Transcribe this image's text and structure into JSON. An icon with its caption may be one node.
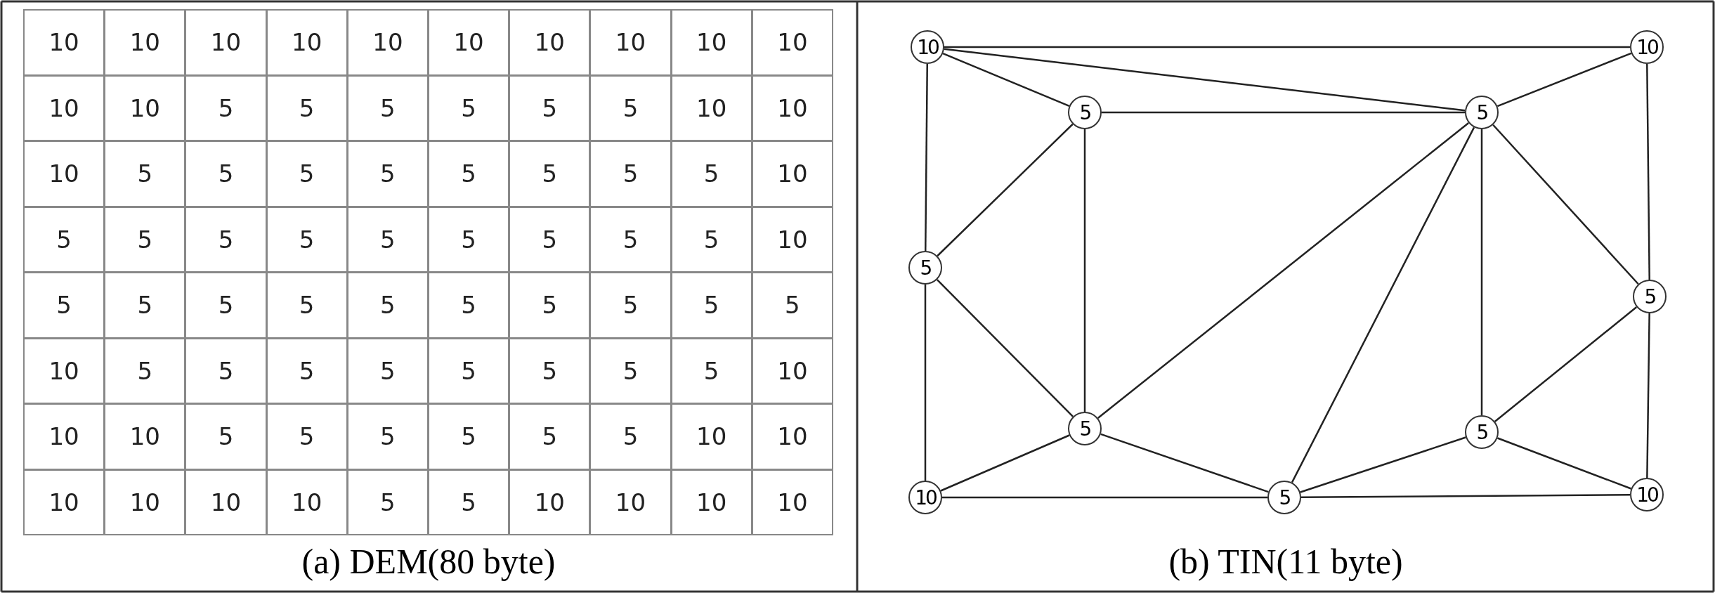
{
  "diagram": {
    "nodes": [
      {
        "text": [
          "10"
        ]
      },
      {
        "text": [
          "10"
        ]
      },
      {
        "text": [
          "5"
        ]
      },
      {
        "text": [
          "5"
        ]
      },
      {
        "text": [
          "5"
        ]
      },
      {
        "text": [
          "5"
        ]
      },
      {
        "text": [
          "5"
        ]
      },
      {
        "text": [
          "5"
        ]
      },
      {
        "text": [
          "10"
        ]
      },
      {
        "text": [
          "5"
        ]
      },
      {
        "text": [
          "10"
        ]
      }
    ],
    "edges": [
      {
        "from": 0,
        "to": 1,
        "arrow": "none"
      },
      {
        "from": 0,
        "to": 3,
        "arrow": "none"
      },
      {
        "from": 0,
        "to": 2,
        "arrow": "none"
      },
      {
        "from": 0,
        "to": 4,
        "arrow": "none"
      },
      {
        "from": 1,
        "to": 3,
        "arrow": "none"
      },
      {
        "from": 1,
        "to": 5,
        "arrow": "none"
      },
      {
        "from": 2,
        "to": 3,
        "arrow": "none"
      },
      {
        "from": 2,
        "to": 4,
        "arrow": "none"
      },
      {
        "from": 2,
        "to": 6,
        "arrow": "none"
      },
      {
        "from": 3,
        "to": 6,
        "arrow": "none"
      },
      {
        "from": 3,
        "to": 9,
        "arrow": "none"
      },
      {
        "from": 3,
        "to": 7,
        "arrow": "none"
      },
      {
        "from": 3,
        "to": 5,
        "arrow": "none"
      },
      {
        "from": 4,
        "to": 6,
        "arrow": "none"
      },
      {
        "from": 4,
        "to": 8,
        "arrow": "none"
      },
      {
        "from": 5,
        "to": 7,
        "arrow": "none"
      },
      {
        "from": 5,
        "to": 10,
        "arrow": "none"
      },
      {
        "from": 6,
        "to": 8,
        "arrow": "none"
      },
      {
        "from": 6,
        "to": 9,
        "arrow": "none"
      },
      {
        "from": 9,
        "to": 7,
        "arrow": "none"
      },
      {
        "from": 7,
        "to": 10,
        "arrow": "none"
      },
      {
        "from": 8,
        "to": 9,
        "arrow": "none"
      },
      {
        "from": 9,
        "to": 10,
        "arrow": "none"
      }
    ],
    "labels": [
      "10",
      "10",
      "10",
      "10",
      "10",
      "10",
      "10",
      "10",
      "10",
      "10",
      "10",
      "10",
      "5",
      "5",
      "5",
      "5",
      "5",
      "5",
      "10",
      "10",
      "10",
      "5",
      "5",
      "5",
      "5",
      "5",
      "5",
      "5",
      "5",
      "10",
      "5",
      "5",
      "5",
      "5",
      "5",
      "5",
      "5",
      "5",
      "5",
      "10",
      "5",
      "5",
      "5",
      "5",
      "5",
      "5",
      "5",
      "5",
      "5",
      "5",
      "10",
      "5",
      "5",
      "5",
      "5",
      "5",
      "5",
      "5",
      "5",
      "10",
      "10",
      "10",
      "5",
      "5",
      "5",
      "5",
      "5",
      "5",
      "10",
      "10",
      "10",
      "10",
      "10",
      "10",
      "5",
      "5",
      "10",
      "10",
      "10",
      "10",
      "(a) DEM(80 byte)",
      "(b) TIN(11 byte)"
    ]
  }
}
